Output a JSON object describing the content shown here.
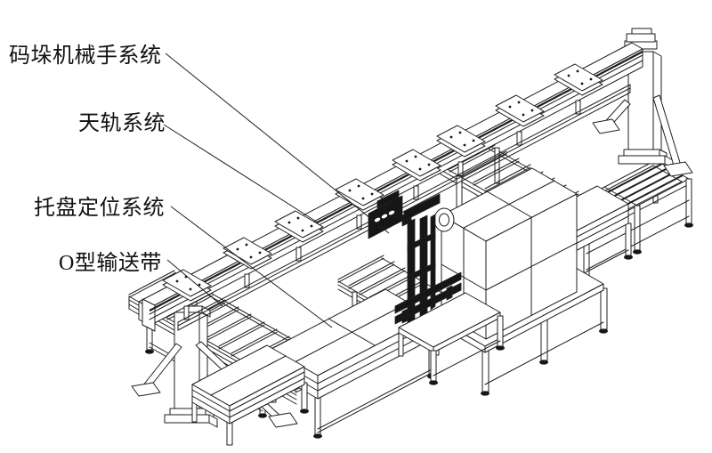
{
  "figure": {
    "background": "#ffffff",
    "stroke_color": "#1f1f1f",
    "dark_fill": "#161616",
    "label_color": "#111111"
  },
  "labels": [
    {
      "id": "palletizing-robot-system",
      "text": "码垛机械手系统"
    },
    {
      "id": "overhead-rail-system",
      "text": "天轨系统"
    },
    {
      "id": "pallet-positioning-system",
      "text": "托盘定位系统"
    },
    {
      "id": "o-type-conveyor-belt",
      "text": "O型输送带"
    }
  ]
}
